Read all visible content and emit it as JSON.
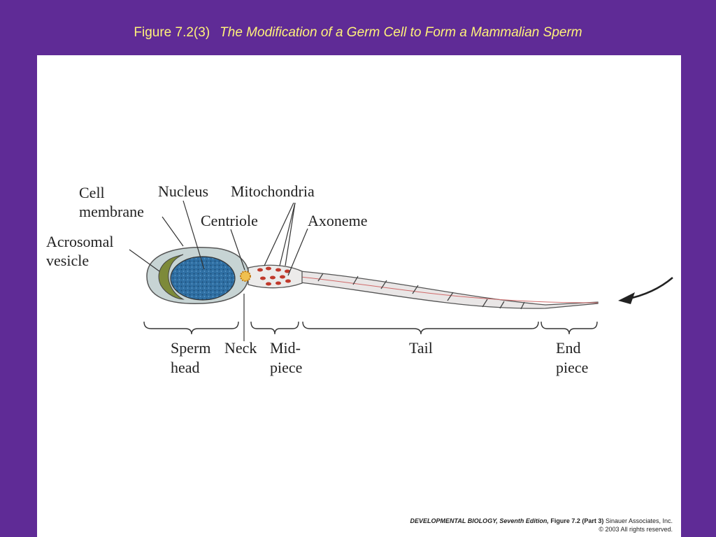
{
  "title": {
    "figure_number": "Figure 7.2(3)",
    "caption": "The Modification of a Germ Cell to Form a Mammalian Sperm"
  },
  "labels": {
    "cell": "Cell",
    "membrane": "membrane",
    "nucleus": "Nucleus",
    "mitochondria": "Mitochondria",
    "centriole": "Centriole",
    "axoneme": "Axoneme",
    "acrosomal": "Acrosomal",
    "vesicle": "vesicle"
  },
  "sections": {
    "sperm": "Sperm",
    "head": "head",
    "neck": "Neck",
    "mid": "Mid-",
    "piece": "piece",
    "tail": "Tail",
    "end": "End",
    "end_piece": "piece"
  },
  "credit": {
    "book": "DEVELOPMENTAL BIOLOGY, Seventh Edition,",
    "figure": "Figure 7.2 (Part 3)",
    "publisher": "Sinauer Associates, Inc.",
    "copyright": "© 2003 All rights reserved."
  },
  "colors": {
    "background": "#5f2b96",
    "title_text": "#fff27a",
    "nucleus": "#2f6fa3",
    "acrosome": "#7d8a3a",
    "mitochondria": "#c0392b",
    "centriole": "#e8a020"
  }
}
